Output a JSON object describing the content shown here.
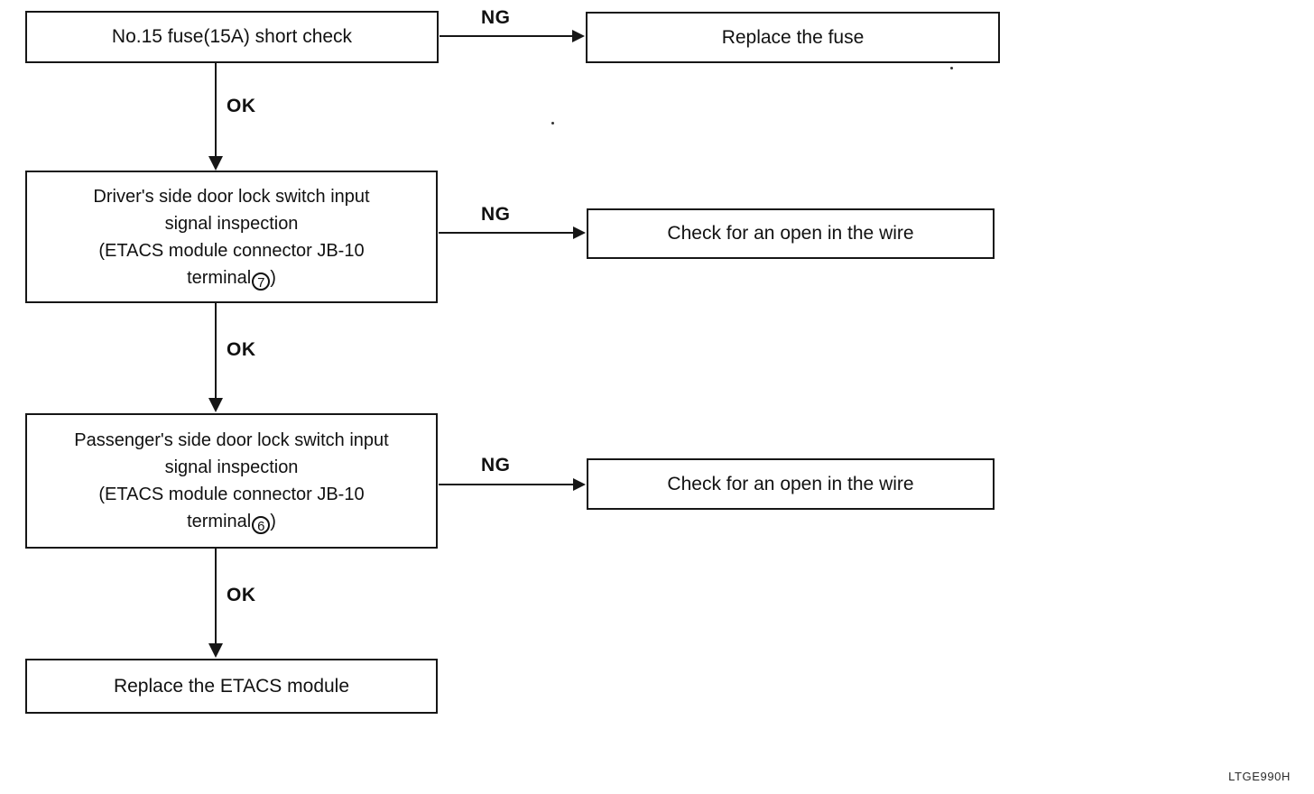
{
  "figure_code": "LTGE990H",
  "labels": {
    "ng": "NG",
    "ok": "OK"
  },
  "steps": {
    "step1": {
      "text": "No.15 fuse(15A) short check",
      "ng_result": "Replace the fuse"
    },
    "step2": {
      "line1": "Driver's side door lock switch input",
      "line2": "signal inspection",
      "line3": "(ETACS module connector JB-10",
      "line4_prefix": "terminal",
      "terminal_number": "7",
      "line4_suffix": ")",
      "ng_result": "Check for an open in the wire"
    },
    "step3": {
      "line1": "Passenger's side door lock switch input",
      "line2": "signal inspection",
      "line3": "(ETACS module connector JB-10",
      "line4_prefix": "terminal",
      "terminal_number": "6",
      "line4_suffix": ")",
      "ng_result": "Check for an open in the wire"
    },
    "step4": {
      "text": "Replace the ETACS module"
    }
  }
}
